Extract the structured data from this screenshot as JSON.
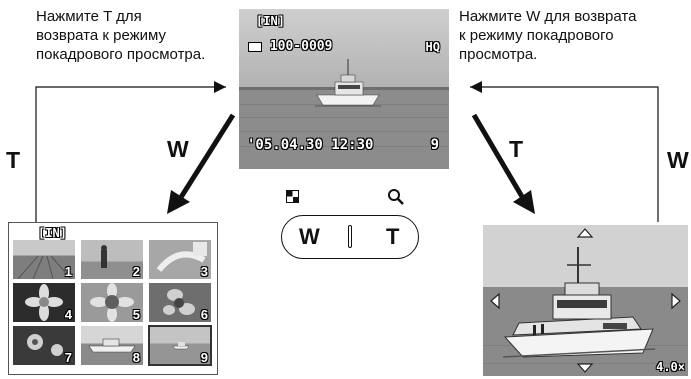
{
  "captions": {
    "left": "Нажмите T для\nвозврата к режиму\nпокадрового просмотра.",
    "right": "Нажмите W для возврата\nк режиму покадрового\nпросмотра."
  },
  "arrow_labels": {
    "left_t": "T",
    "center_w": "W",
    "center_t": "T",
    "right_w": "W"
  },
  "single_frame": {
    "memory": "[IN]",
    "file_number": "100-0009",
    "quality": "HQ",
    "datetime": "'05.04.30 12:30",
    "frame": "9"
  },
  "index_view": {
    "memory": "[IN]",
    "thumbnails": [
      "1",
      "2",
      "3",
      "4",
      "5",
      "6",
      "7",
      "8",
      "9"
    ]
  },
  "zoom_lever": {
    "w_label": "W",
    "t_label": "T",
    "w_icon": "index-grid-icon",
    "t_icon": "magnifier-icon"
  },
  "close_up": {
    "zoom": "4.0×"
  }
}
